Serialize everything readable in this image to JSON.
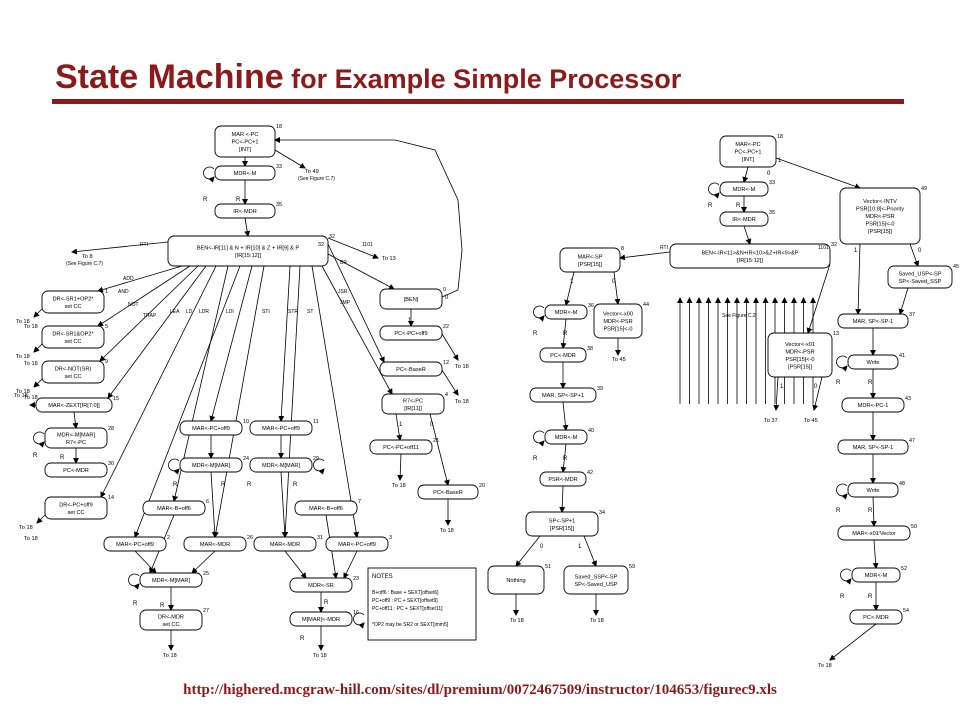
{
  "slide": {
    "title_main": "State Machine",
    "title_rest": " for Example Simple Processor",
    "source_url": "http://highered.mcgraw-hill.com/sites/dl/premium/0072467509/instructor/104653/figurec9.xls"
  },
  "left_diagram": {
    "states": [
      {
        "id": "s18",
        "num": "18",
        "lines": [
          "MAR <-PC",
          "PC<-PC+1",
          "[INT]"
        ]
      },
      {
        "id": "s33",
        "num": "33",
        "lines": [
          "MDR<-M"
        ]
      },
      {
        "id": "s35",
        "num": "35",
        "lines": [
          "IR<-MDR"
        ]
      },
      {
        "id": "s32",
        "num": "32",
        "lines": [
          "BEN<-IR[11] & N + IR[10] & Z + IR[9] & P",
          "[IR[15:12]]"
        ]
      },
      {
        "id": "s1",
        "num": "1",
        "lines": [
          "DR<-SR1+OP2*",
          "set CC"
        ]
      },
      {
        "id": "s5",
        "num": "5",
        "lines": [
          "DR<-SR1&OP2*",
          "set CC"
        ]
      },
      {
        "id": "s9",
        "num": "9",
        "lines": [
          "DR<-NOT(SR)",
          "set CC"
        ]
      },
      {
        "id": "s15",
        "num": "15",
        "lines": [
          "MAR<-ZEXT[IR[7:0]]"
        ]
      },
      {
        "id": "s28",
        "num": "28",
        "lines": [
          "MDR<-M[MAR]",
          "R7<-PC"
        ]
      },
      {
        "id": "s30",
        "num": "30",
        "lines": [
          "PC<-MDR"
        ]
      },
      {
        "id": "s14",
        "num": "14",
        "lines": [
          "DR<-PC+off9",
          "set CC"
        ]
      },
      {
        "id": "s0",
        "num": "0",
        "lines": [
          "[BEN]"
        ]
      },
      {
        "id": "s22",
        "num": "22",
        "lines": [
          "PC<-PC+off9"
        ]
      },
      {
        "id": "s12",
        "num": "12",
        "lines": [
          "PC<-BaseR"
        ]
      },
      {
        "id": "s4",
        "num": "4",
        "lines": [
          "R7<-PC",
          "[IR[11]]"
        ]
      },
      {
        "id": "s21",
        "num": "21",
        "lines": [
          "PC<-PC+off11"
        ]
      },
      {
        "id": "s20",
        "num": "20",
        "lines": [
          "PC<-BaseR"
        ]
      },
      {
        "id": "s10",
        "num": "10",
        "lines": [
          "MAR<-PC+off9"
        ]
      },
      {
        "id": "s24",
        "num": "24",
        "lines": [
          "MDR<-M[MAR]"
        ]
      },
      {
        "id": "s11",
        "num": "11",
        "lines": [
          "MAR<-PC+off9"
        ]
      },
      {
        "id": "s29",
        "num": "29",
        "lines": [
          "MDR<-M[MAR]"
        ]
      },
      {
        "id": "s6",
        "num": "6",
        "lines": [
          "MAR<-B+off6"
        ]
      },
      {
        "id": "s7",
        "num": "7",
        "lines": [
          "MAR<-B+off6"
        ]
      },
      {
        "id": "s2",
        "num": "2",
        "lines": [
          "MAR<-PC+off9"
        ]
      },
      {
        "id": "s26",
        "num": "26",
        "lines": [
          "MAR<-MDR"
        ]
      },
      {
        "id": "s31",
        "num": "31",
        "lines": [
          "MAR<-MDR"
        ]
      },
      {
        "id": "s3",
        "num": "3",
        "lines": [
          "MAR<-PC+off9"
        ]
      },
      {
        "id": "s25",
        "num": "25",
        "lines": [
          "MDR<-M[MAR]"
        ]
      },
      {
        "id": "s23",
        "num": "23",
        "lines": [
          "MDR<-SR"
        ]
      },
      {
        "id": "s27",
        "num": "27",
        "lines": [
          "DR<-MDR",
          "set CC"
        ]
      },
      {
        "id": "s16",
        "num": "16",
        "lines": [
          "M[MAR]<-MDR"
        ]
      }
    ],
    "branch_labels": [
      "RTI",
      "1101",
      "ADD",
      "AND",
      "NOT",
      "TRAP",
      "LEA",
      "LD",
      "LDR",
      "LDI",
      "STI",
      "STR",
      "ST",
      "JSR",
      "JMP",
      "BR"
    ],
    "notes": {
      "heading": "NOTES",
      "lines": [
        "B+off6 : Base + SEXT[offset6]",
        "PC+off9 : PC + SEXT[offset9]",
        "PC+off11 : PC + SEXT[offset11]",
        "",
        "*OP2 may be SR2 or SEXT[imm5]"
      ]
    },
    "to_labels": {
      "to49": "To 49",
      "see_c7": "(See Figure C.7)",
      "to8": "To 8",
      "see_c7b": "(See Figure C.7)",
      "to13": "To 13",
      "to18": "To 18"
    }
  },
  "right_diagram": {
    "states": [
      {
        "id": "r18",
        "num": "18",
        "lines": [
          "MAR<-PC",
          "PC<-PC+1",
          "[INT]"
        ]
      },
      {
        "id": "r33",
        "num": "33",
        "lines": [
          "MDR<-M"
        ]
      },
      {
        "id": "r35",
        "num": "35",
        "lines": [
          "IR<-MDR"
        ]
      },
      {
        "id": "r32",
        "num": "32",
        "lines": [
          "BEN<-IR<11>&N+IR<10>&Z+IR<9>&P",
          "[IR[15:12]]"
        ]
      },
      {
        "id": "r49",
        "num": "49",
        "lines": [
          "Vector<-INTV",
          "PSR[10:8]<-Priority",
          "MDR<-PSR",
          "PSR[15]<-0",
          "[PSR[15]]"
        ]
      },
      {
        "id": "r45",
        "num": "45",
        "lines": [
          "Saved_USP<-SP",
          "SP<-Saved_SSP"
        ]
      },
      {
        "id": "r37",
        "num": "37",
        "lines": [
          "MAR, SP<-SP-1"
        ]
      },
      {
        "id": "r41",
        "num": "41",
        "lines": [
          "Write"
        ]
      },
      {
        "id": "r43",
        "num": "43",
        "lines": [
          "MDR<-PC-1"
        ]
      },
      {
        "id": "r47",
        "num": "47",
        "lines": [
          "MAR, SP<-SP-1"
        ]
      },
      {
        "id": "r48",
        "num": "48",
        "lines": [
          "Write"
        ]
      },
      {
        "id": "r50",
        "num": "50",
        "lines": [
          "MAR<-x01'Vector"
        ]
      },
      {
        "id": "r52",
        "num": "52",
        "lines": [
          "MDR<-M"
        ]
      },
      {
        "id": "r54",
        "num": "54",
        "lines": [
          "PC<-MDR"
        ]
      },
      {
        "id": "r8",
        "num": "8",
        "lines": [
          "MAR<-SP",
          "[PSR[15]]"
        ]
      },
      {
        "id": "r36",
        "num": "36",
        "lines": [
          "MDR<-M"
        ]
      },
      {
        "id": "r38",
        "num": "38",
        "lines": [
          "PC<-MDR"
        ]
      },
      {
        "id": "r39",
        "num": "39",
        "lines": [
          "MAR, SP<-SP+1"
        ]
      },
      {
        "id": "r40",
        "num": "40",
        "lines": [
          "MDR<-M"
        ]
      },
      {
        "id": "r42",
        "num": "42",
        "lines": [
          "PSR<-MDR"
        ]
      },
      {
        "id": "r34",
        "num": "34",
        "lines": [
          "SP<-SP+1",
          "[PSR[15]]"
        ]
      },
      {
        "id": "r51",
        "num": "51",
        "lines": [
          "Nothing"
        ]
      },
      {
        "id": "r59",
        "num": "59",
        "lines": [
          "Saved_SSP<-SP",
          "SP<-Saved_USP"
        ]
      },
      {
        "id": "r44",
        "num": "44",
        "lines": [
          "Vector<-x00",
          "MDR<-PSR",
          "PSR[15]<-0"
        ]
      },
      {
        "id": "r13",
        "num": "13",
        "lines": [
          "Vector<-x01",
          "MDR<-PSR",
          "PSR[15]<-0",
          "[PSR[15]]"
        ]
      }
    ],
    "labels": {
      "rti": "RTI",
      "op1101": "1101",
      "see_c2": "See Figure C.2",
      "to45": "To 45",
      "to27": "To 37",
      "to45b": "To 45",
      "to18": "To 18"
    }
  }
}
